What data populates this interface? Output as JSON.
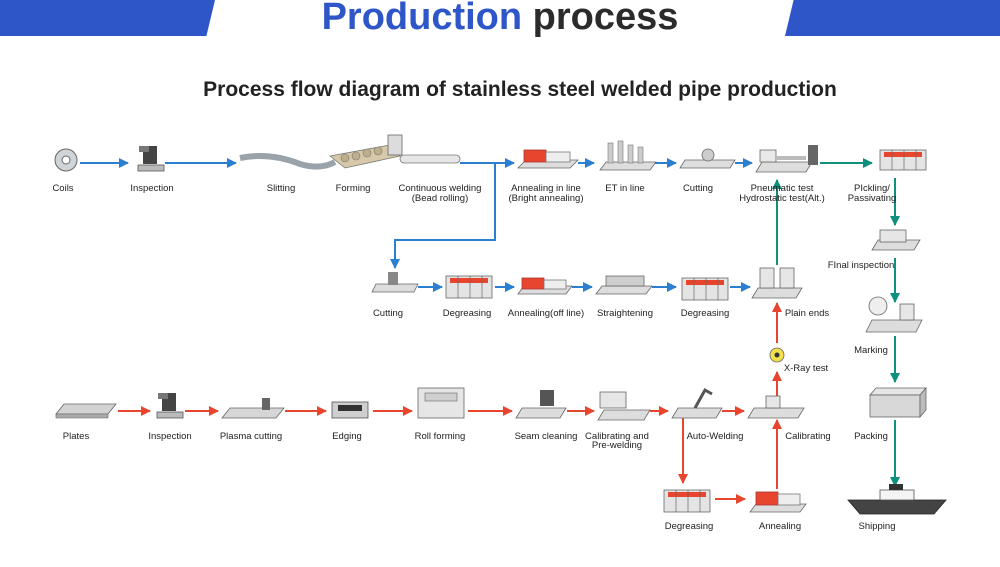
{
  "header": {
    "title_blue": "Production",
    "title_dark": "process",
    "subtitle": "Process flow diagram of stainless steel welded pipe production"
  },
  "colors": {
    "blue": "#2a7fd0",
    "red": "#e8452e",
    "green": "#0f8f7d",
    "banner": "#2f56c9"
  },
  "nodes": {
    "coils": "Coils",
    "inspection_1": "Inspection",
    "slitting": "Slitting",
    "forming": "Forming",
    "continuous_welding": [
      "Continuous welding",
      "(Bead rolling)"
    ],
    "annealing_in_line": [
      "Annealing in line",
      "(Bright annealing)"
    ],
    "et_in_line": "ET in line",
    "cutting_1": "Cutting",
    "pneumatic_test": [
      "Pneumatic test",
      "Hydrostatic test(Alt.)"
    ],
    "pickling": [
      "PIckling/",
      "Passivating"
    ],
    "final_inspection": "FInal inspection",
    "marking": "Marking",
    "packing": "Packing",
    "shipping": "Shipping",
    "cutting_2": "Cutting",
    "degreasing_1": "Degreasing",
    "annealing_off_line": "Annealing(off line)",
    "straightening": "Straightening",
    "degreasing_2": "Degreasing",
    "plain_ends": "Plain ends",
    "xray_test": "X-Ray test",
    "plates": "Plates",
    "inspection_2": "Inspection",
    "plasma_cutting": "Plasma cutting",
    "edging": "Edging",
    "roll_forming": "Roll forming",
    "seam_cleaning": "Seam cleaning",
    "calibrating_prewelding": [
      "Calibrating and",
      "Pre-welding"
    ],
    "auto_welding": "Auto-Welding",
    "calibrating": "Calibrating",
    "degreasing_3": "Degreasing",
    "annealing": "Annealing"
  }
}
